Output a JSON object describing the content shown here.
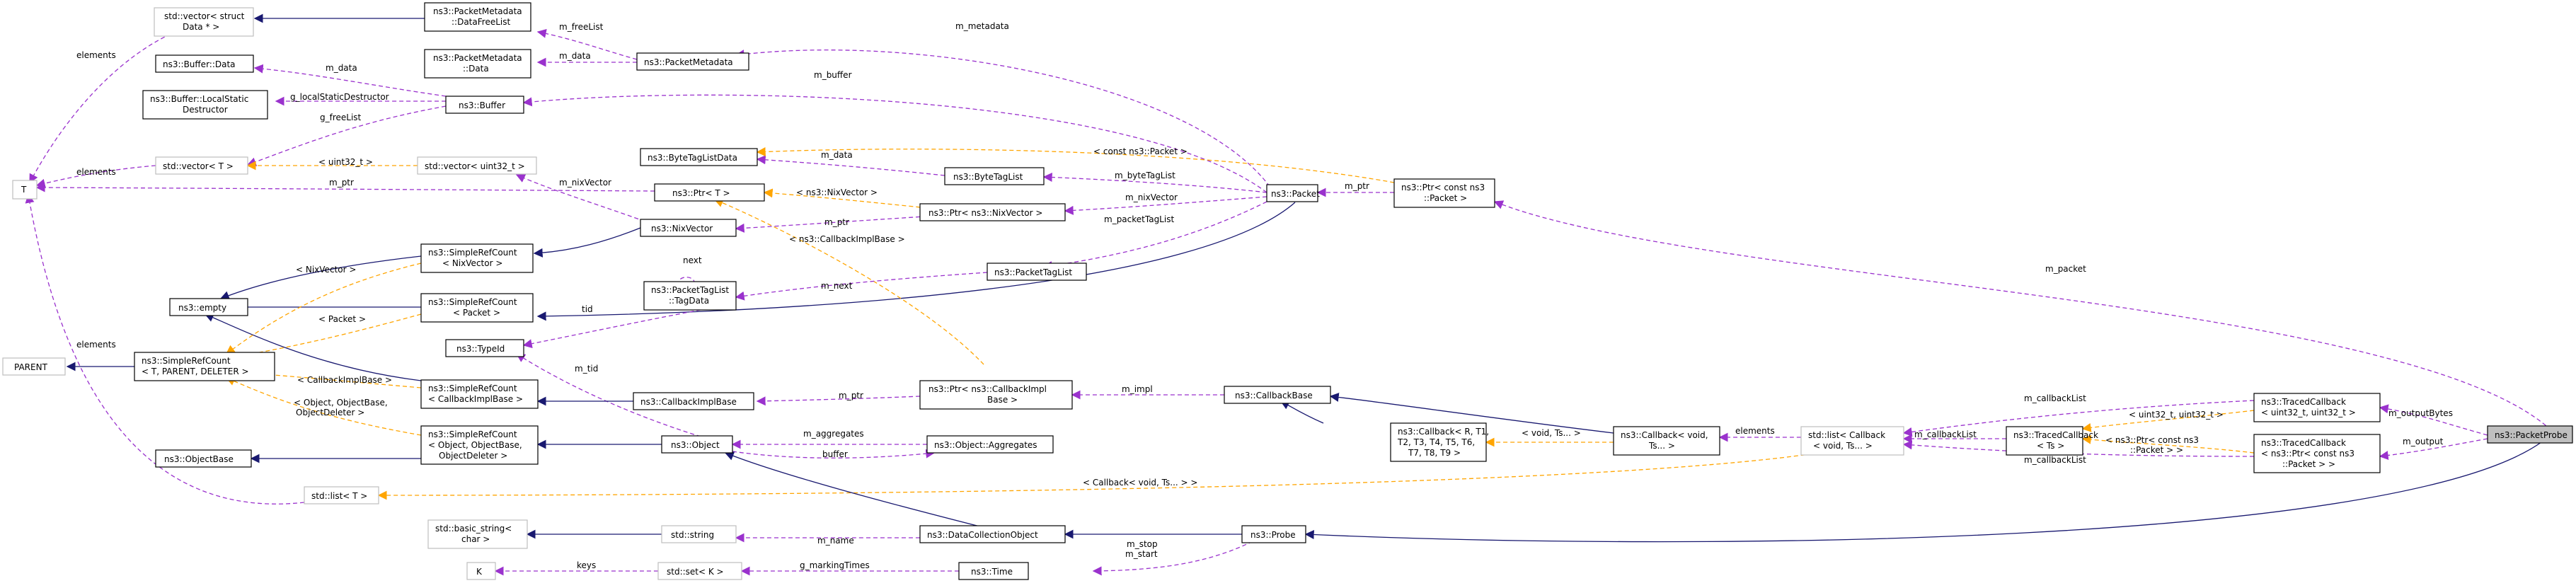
{
  "nodes": {
    "T": "T",
    "vec_datafreelist": [
      "std::vector< struct",
      "Data * >"
    ],
    "pm_datafreelist": [
      "ns3::PacketMetadata",
      "::DataFreeList"
    ],
    "pm_data": [
      "ns3::PacketMetadata",
      "::Data"
    ],
    "packetmetadata": "ns3::PacketMetadata",
    "buffer_data": "ns3::Buffer::Data",
    "buffer_lsd": [
      "ns3::Buffer::LocalStatic",
      "Destructor"
    ],
    "buffer": "ns3::Buffer",
    "vector_T": "std::vector< T >",
    "vector_uint32": "std::vector< uint32_t >",
    "bytetaglistdata": "ns3::ByteTagListData",
    "bytetaglist": "ns3::ByteTagList",
    "ptr_T": "ns3::Ptr< T >",
    "ptr_nixvector": "ns3::Ptr< ns3::NixVector >",
    "packet": "ns3::Packet",
    "ptr_const_packet": [
      "ns3::Ptr< const ns3",
      "::Packet >"
    ],
    "nixvector": "ns3::NixVector",
    "src_nixvector": [
      "ns3::SimpleRefCount",
      "< NixVector >"
    ],
    "empty": "ns3::empty",
    "src_packet": [
      "ns3::SimpleRefCount",
      "< Packet >"
    ],
    "tagdata": [
      "ns3::PacketTagList",
      "::TagData"
    ],
    "packettaglist": "ns3::PacketTagList",
    "parent": "PARENT",
    "src_generic": [
      "ns3::SimpleRefCount",
      "< T, PARENT, DELETER >"
    ],
    "typeid": "ns3::TypeId",
    "src_callbackimplbase": [
      "ns3::SimpleRefCount",
      "< CallbackImplBase >"
    ],
    "callbackimplbase": "ns3::CallbackImplBase",
    "ptr_callbackimplbase": [
      "ns3::Ptr< ns3::CallbackImpl",
      "Base >"
    ],
    "callbackbase": "ns3::CallbackBase",
    "objectbase": "ns3::ObjectBase",
    "src_object": [
      "ns3::SimpleRefCount",
      "< Object, ObjectBase,",
      "ObjectDeleter >"
    ],
    "object": "ns3::Object",
    "aggregates": "ns3::Object::Aggregates",
    "callback_generic": [
      "ns3::Callback< R, T1,",
      "T2, T3, T4, T5, T6,",
      "T7, T8, T9 >"
    ],
    "callback_void": [
      "ns3::Callback< void,",
      "Ts... >"
    ],
    "list_callback": [
      "std::list< Callback",
      "< void, Ts... >"
    ],
    "list_T": "std::list< T >",
    "tracedcallback_uint": [
      "ns3::TracedCallback",
      "< uint32_t, uint32_t >"
    ],
    "tracedcallback_ts": [
      "ns3::TracedCallback",
      "< Ts >"
    ],
    "tracedcallback_packet": [
      "ns3::TracedCallback",
      "< ns3::Ptr< const ns3",
      "::Packet > >"
    ],
    "packetprobe": "ns3::PacketProbe",
    "basic_string": [
      "std::basic_string<",
      "char >"
    ],
    "string": "std::string",
    "datacollectionobject": "ns3::DataCollectionObject",
    "probe": "ns3::Probe",
    "K": "K",
    "set_K": "std::set< K >",
    "time": "ns3::Time"
  },
  "edge_labels": {
    "m_freeList": "m_freeList",
    "m_metadata": "m_metadata",
    "m_data_pm": "m_data",
    "m_data_buf": "m_data",
    "g_localStaticDestructor": "g_localStaticDestructor",
    "g_freeList": "g_freeList",
    "m_buffer": "m_buffer",
    "elements_vec": "elements",
    "elements_vecT": "elements",
    "elements_list": "elements",
    "elements_callbacks": "elements",
    "uint32_t": "< uint32_t >",
    "m_data_btl": "m_data",
    "const_packet": "< const ns3::Packet >",
    "m_byteTagList": "m_byteTagList",
    "m_ptr_T": "m_ptr",
    "m_nixVector_vec": "m_nixVector",
    "nixvector_tpl": "< ns3::NixVector >",
    "m_nixVector": "m_nixVector",
    "m_ptr_packet": "m_ptr",
    "m_ptr_nix": "m_ptr",
    "m_packetTagList": "m_packetTagList",
    "callbackimplbase_tpl": "< ns3::CallbackImplBase >",
    "nixvector_rc": "< NixVector >",
    "next": "next",
    "packet_rc": "< Packet >",
    "m_next": "m_next",
    "tid": "tid",
    "m_tid": "m_tid",
    "callbackimplbase_rc": "< CallbackImplBase >",
    "m_ptr_cb": "m_ptr",
    "m_impl": "m_impl",
    "object_rc": [
      "< Object, ObjectBase,",
      "ObjectDeleter >"
    ],
    "m_aggregates": "m_aggregates",
    "buffer_lbl": "buffer",
    "void_ts": "< void, Ts... >",
    "callback_list_tpl": "< Callback< void, Ts... > >",
    "m_callbackList_1": "m_callbackList",
    "m_callbackList_2": "m_callbackList",
    "m_callbackList_3": "m_callbackList",
    "uint_tpl": "< uint32_t, uint32_t >",
    "ptr_packet_tpl": [
      "< ns3::Ptr< const ns3",
      "::Packet > >"
    ],
    "m_packet": "m_packet",
    "m_outputBytes": "m_outputBytes",
    "m_output": "m_output",
    "m_name": "m_name",
    "m_stop_start": [
      "m_stop",
      "m_start"
    ],
    "keys": "keys",
    "g_markingTimes": "g_markingTimes"
  },
  "colors": {
    "inheritance": "#191970",
    "usage": "#9a32cd",
    "template": "#ffa500",
    "highlight_fill": "#bfbfbf",
    "ghost_border": "#bfbfbf"
  }
}
